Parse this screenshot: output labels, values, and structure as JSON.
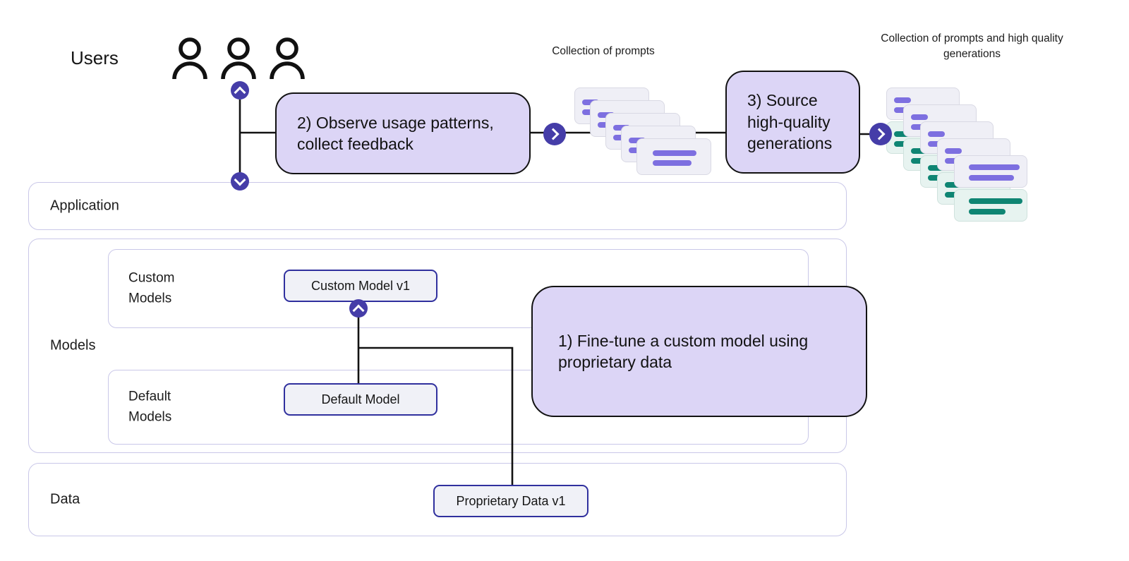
{
  "title": "Fine-tuning flywheel diagram",
  "users_section": {
    "label": "Users",
    "icon": "person-icon",
    "user_count": 3
  },
  "captions": {
    "prompts": "Collection of prompts",
    "generations": "Collection of prompts and high quality\ngenerations"
  },
  "process_boxes": {
    "fine_tune": "1) Fine-tune a custom model using\nproprietary data",
    "observe": "2) Observe usage patterns,\ncollect feedback",
    "source": "3) Source\nhigh-quality\ngenerations"
  },
  "layers": {
    "application": {
      "label": "Application"
    },
    "models": {
      "label": "Models",
      "custom": {
        "label": "Custom\nModels",
        "node_label": "Custom Model v1"
      },
      "default": {
        "label": "Default\nModels",
        "node_label": "Default Model"
      }
    },
    "data": {
      "label": "Data",
      "node_label": "Proprietary Data v1"
    }
  },
  "colors": {
    "process_box_fill": "#dcd5f6",
    "connector_indigo": "#453da8",
    "node_border_indigo": "#30309e",
    "container_border": "#c9c7e8",
    "card_fill": "#efeff6",
    "card_fill_mint": "#e7f3f0",
    "bar_purple": "#7d6fe0",
    "bar_teal": "#0f8573",
    "line_black": "#121212"
  }
}
